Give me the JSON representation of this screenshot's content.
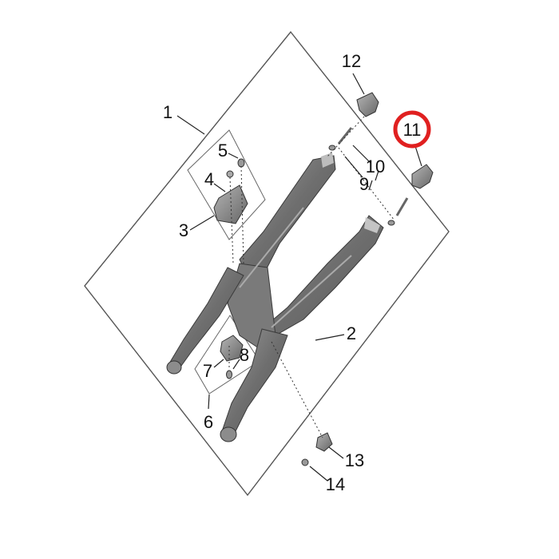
{
  "diagram": {
    "highlight_color": "#e02020",
    "highlighted_callout": "11",
    "line_color": "#444444",
    "part_fill": "#8a8a8a",
    "callouts": {
      "c1": "1",
      "c2": "2",
      "c3": "3",
      "c4": "4",
      "c5": "5",
      "c6": "6",
      "c7": "7",
      "c8": "8",
      "c9": "9",
      "c10": "10",
      "c11": "11",
      "c12": "12",
      "c13": "13",
      "c14": "14"
    }
  }
}
